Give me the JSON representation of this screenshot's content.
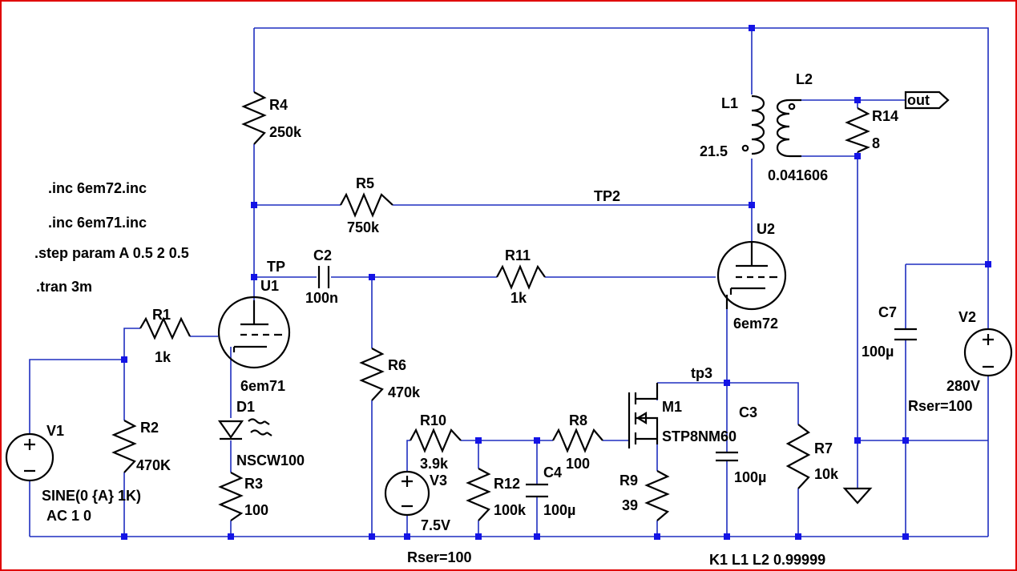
{
  "directives": [
    ".inc 6em72.inc",
    ".inc 6em71.inc",
    ".step param A 0.5 2 0.5",
    ".tran 3m"
  ],
  "coupling": "K1 L1 L2 0.99999",
  "nets": {
    "tp": "TP",
    "tp2": "TP2",
    "tp3": "tp3",
    "out": "out"
  },
  "components": {
    "R1": {
      "name": "R1",
      "value": "1k"
    },
    "R2": {
      "name": "R2",
      "value": "470K"
    },
    "R3": {
      "name": "R3",
      "value": "100"
    },
    "R4": {
      "name": "R4",
      "value": "250k"
    },
    "R5": {
      "name": "R5",
      "value": "750k"
    },
    "R6": {
      "name": "R6",
      "value": "470k"
    },
    "R7": {
      "name": "R7",
      "value": "10k"
    },
    "R8": {
      "name": "R8",
      "value": "100"
    },
    "R9": {
      "name": "R9",
      "value": "39"
    },
    "R10": {
      "name": "R10",
      "value": "3.9k"
    },
    "R11": {
      "name": "R11",
      "value": "1k"
    },
    "R12": {
      "name": "R12",
      "value": "100k"
    },
    "R14": {
      "name": "R14",
      "value": "8"
    },
    "C2": {
      "name": "C2",
      "value": "100n"
    },
    "C3": {
      "name": "C3",
      "value": "100µ"
    },
    "C4": {
      "name": "C4",
      "value": "100µ"
    },
    "C7": {
      "name": "C7",
      "value": "100µ"
    },
    "L1": {
      "name": "L1",
      "value": "21.5"
    },
    "L2": {
      "name": "L2",
      "value": "0.041606"
    },
    "U1": {
      "name": "U1",
      "value": "6em71"
    },
    "U2": {
      "name": "U2",
      "value": "6em72"
    },
    "D1": {
      "name": "D1",
      "value": "NSCW100"
    },
    "M1": {
      "name": "M1",
      "value": "STP8NM60"
    },
    "V1": {
      "name": "V1",
      "value": "SINE(0 {A} 1K)",
      "value2": "AC 1 0"
    },
    "V2": {
      "name": "V2",
      "value": "280V",
      "value2": "Rser=100"
    },
    "V3": {
      "name": "V3",
      "value": "7.5V",
      "value2": "Rser=100"
    }
  }
}
